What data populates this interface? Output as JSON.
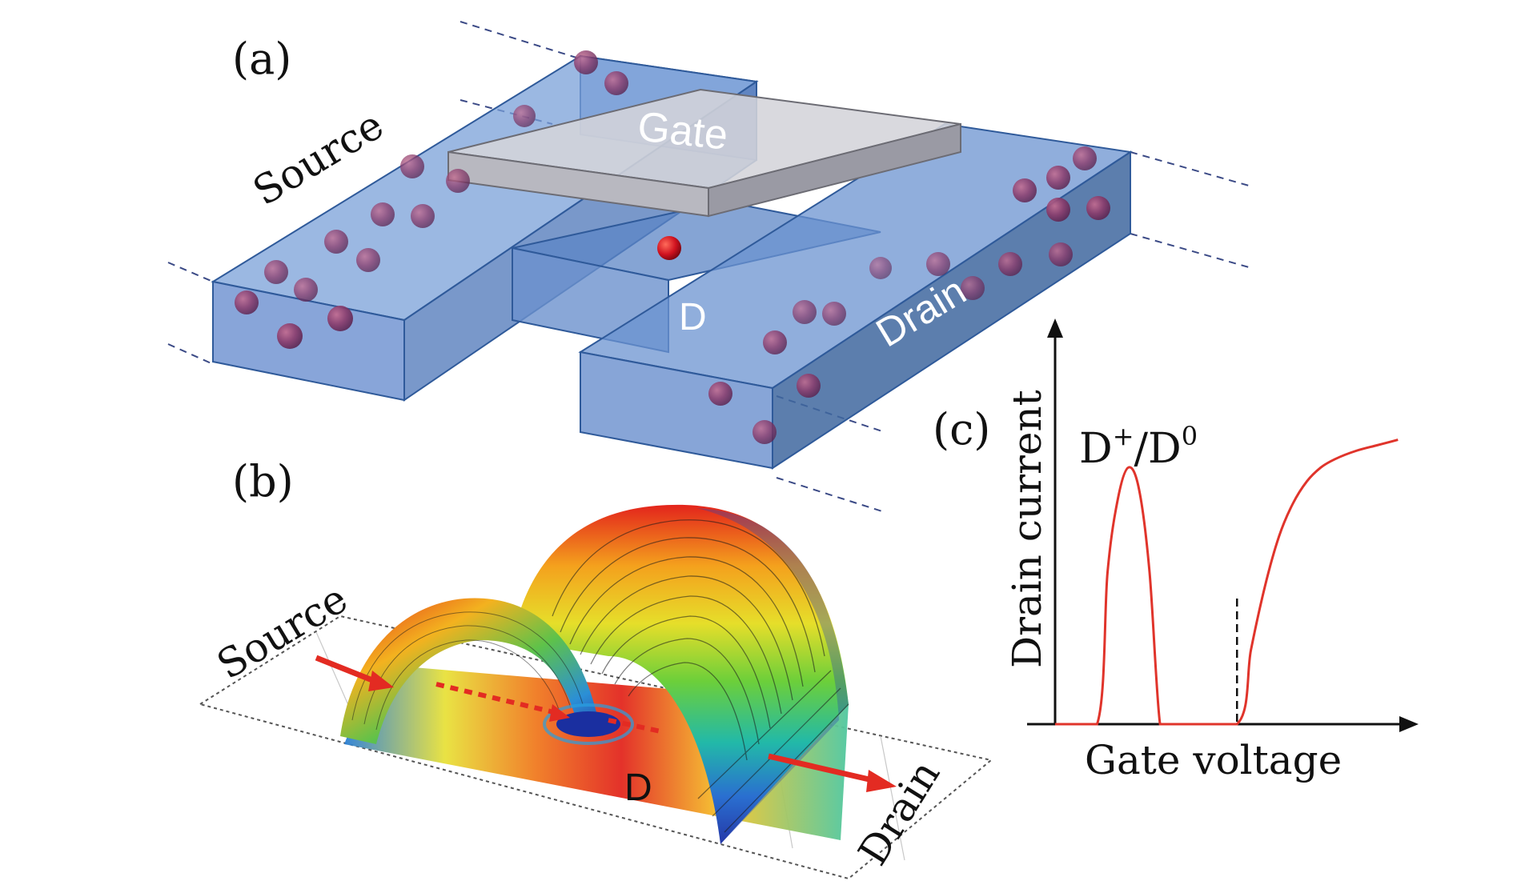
{
  "panel_a": {
    "label": "(a)",
    "source_label": "Source",
    "gate_label": "Gate",
    "drain_label": "Drain",
    "dopant_label": "D"
  },
  "panel_b": {
    "label": "(b)",
    "source_label": "Source",
    "drain_label": "Drain",
    "dopant_label": "D"
  },
  "panel_c": {
    "label": "(c)",
    "peak_label_main": "D",
    "peak_sup1": "+",
    "peak_sep": "/D",
    "peak_sup2": "0",
    "xlabel": "Gate voltage",
    "ylabel": "Drain current"
  },
  "colors": {
    "channel_blue": "#5b86c8",
    "channel_edge": "#2f5a9a",
    "gate_gray": "#c9c9cf",
    "electron_red": "#b0162a",
    "curve_red": "#e0342b",
    "arrow_red": "#e32b22"
  },
  "chart_data": {
    "type": "line",
    "xlabel": "Gate voltage",
    "ylabel": "Drain current",
    "grid": false,
    "legend": "none",
    "x_ticks": "none",
    "y_ticks": "none",
    "annotation": "D+/D0",
    "series": [
      {
        "x": [
          0,
          0.12,
          0.15,
          0.18,
          0.21,
          0.24,
          0.27,
          0.3,
          0.33,
          0.52,
          0.56,
          0.6,
          0.64,
          0.68,
          0.72,
          0.76,
          0.8,
          0.86,
          0.92,
          0.98
        ],
        "y": [
          0,
          0,
          0.55,
          0.82,
          0.93,
          0.85,
          0.55,
          0,
          0,
          0,
          0.27,
          0.5,
          0.68,
          0.8,
          0.88,
          0.93,
          0.96,
          0.99,
          1.01,
          1.03
        ]
      }
    ],
    "threshold_marker_x": 0.52
  }
}
